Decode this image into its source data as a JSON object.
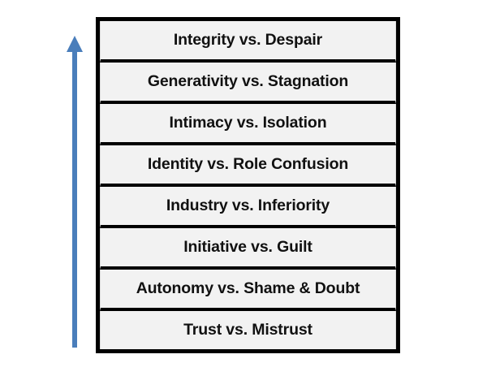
{
  "diagram": {
    "type": "vertical-stack",
    "background_color": "#FFFFFF",
    "box_fill_color": "#F2F2F2",
    "box_border_color": "#000000",
    "text_color": "#111111",
    "arrow": {
      "icon": "up-arrow-icon",
      "direction": "up",
      "color": "#4A7EBB"
    },
    "stages": [
      {
        "label": "Integrity vs. Despair"
      },
      {
        "label": "Generativity vs. Stagnation"
      },
      {
        "label": "Intimacy vs. Isolation"
      },
      {
        "label": "Identity vs. Role Confusion"
      },
      {
        "label": "Industry vs. Inferiority"
      },
      {
        "label": "Initiative vs. Guilt"
      },
      {
        "label": "Autonomy vs. Shame & Doubt"
      },
      {
        "label": "Trust vs. Mistrust"
      }
    ]
  }
}
